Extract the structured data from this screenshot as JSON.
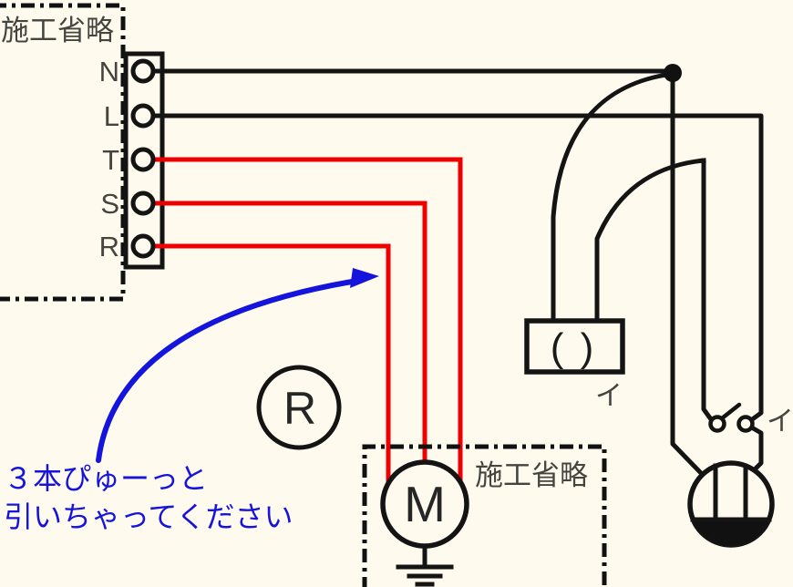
{
  "colors": {
    "background": "#FFFAEE",
    "wire_black": "#141414",
    "wire_red": "#EE0000",
    "annotation_blue": "#1414DC",
    "label_gray": "#45453F"
  },
  "source_panel": {
    "label": "施工省略",
    "terminals": [
      "N",
      "L",
      "T",
      "S",
      "R"
    ]
  },
  "devices": {
    "ceiling_fixture": {
      "symbol": "( )",
      "label": "イ"
    },
    "switch": {
      "label": "イ"
    },
    "relay": {
      "letter": "R"
    },
    "motor": {
      "letter": "M"
    },
    "motor_panel": {
      "label": "施工省略"
    }
  },
  "annotation": {
    "line1": "３本ぴゅーっと",
    "line2": "引いちゃってください"
  }
}
